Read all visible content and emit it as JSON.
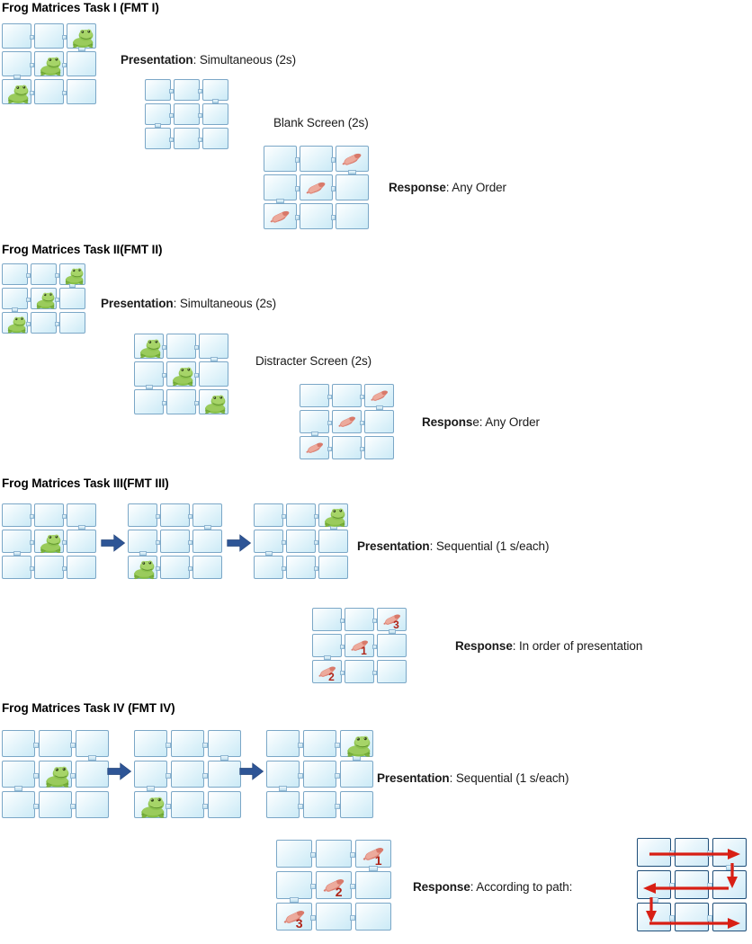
{
  "figure": {
    "title_semantic": "frog-matrices-task-battery",
    "colors": {
      "cell_border": "#7ba7c7",
      "cell_border_dark": "#1f4e79",
      "cell_fill_light": "#eaf7fc",
      "cell_fill_deep": "#cbeaf6",
      "frog_green": "#7fbb3f",
      "hand_pink": "#e8897a",
      "number_red": "#b02418",
      "seq_arrow_blue": "#2e5596",
      "path_arrow_red": "#d81f14",
      "text_black": "#1a1a1a"
    }
  },
  "tasks": [
    {
      "id": "fmt-1",
      "title": "Frog Matrices Task I (FMT I)",
      "presentation_label": "Presentation",
      "presentation_value": ": Simultaneous (2s)",
      "middle_label": "Blank Screen  (2s)",
      "response_label": "Response",
      "response_value": ": Any Order",
      "stimulus_frogs": [
        [
          0,
          2
        ],
        [
          1,
          1
        ],
        [
          2,
          0
        ]
      ],
      "middle_frogs": [],
      "response_hands": [
        [
          0,
          2
        ],
        [
          1,
          1
        ],
        [
          2,
          0
        ]
      ],
      "response_numbers": []
    },
    {
      "id": "fmt-2",
      "title": "Frog Matrices Task II(FMT II)",
      "presentation_label": "Presentation",
      "presentation_value": ": Simultaneous (2s)",
      "middle_label": "Distracter Screen  (2s)",
      "response_label_bold": "Respons",
      "response_label_rest": "e: Any Order",
      "stimulus_frogs": [
        [
          0,
          2
        ],
        [
          1,
          1
        ],
        [
          2,
          0
        ]
      ],
      "middle_frogs": [
        [
          0,
          0
        ],
        [
          1,
          1
        ],
        [
          2,
          2
        ]
      ],
      "response_hands": [
        [
          0,
          2
        ],
        [
          1,
          1
        ],
        [
          2,
          0
        ]
      ],
      "response_numbers": []
    },
    {
      "id": "fmt-3",
      "title": "Frog Matrices Task III(FMT III)",
      "presentation_label": "Presentation",
      "presentation_value": ": Sequential (1 s/each)",
      "response_label": "Response",
      "response_value": ": In order of presentation",
      "sequence": [
        {
          "frogs": [
            [
              1,
              1
            ]
          ]
        },
        {
          "frogs": [
            [
              2,
              0
            ]
          ]
        },
        {
          "frogs": [
            [
              0,
              2
            ]
          ]
        }
      ],
      "response_hands": [
        [
          0,
          2
        ],
        [
          1,
          1
        ],
        [
          2,
          0
        ]
      ],
      "response_numbers": [
        {
          "cell": [
            0,
            2
          ],
          "value": "3"
        },
        {
          "cell": [
            1,
            1
          ],
          "value": "1"
        },
        {
          "cell": [
            2,
            0
          ],
          "value": "2"
        }
      ]
    },
    {
      "id": "fmt-4",
      "title": "Frog Matrices Task IV (FMT IV)",
      "presentation_label": "Presentation",
      "presentation_value": ": Sequential (1 s/each)",
      "response_label": "Response",
      "response_value": ": According to path:",
      "sequence": [
        {
          "frogs": [
            [
              1,
              1
            ]
          ]
        },
        {
          "frogs": [
            [
              2,
              0
            ]
          ]
        },
        {
          "frogs": [
            [
              0,
              2
            ]
          ]
        }
      ],
      "response_hands": [
        [
          0,
          2
        ],
        [
          1,
          1
        ],
        [
          2,
          0
        ]
      ],
      "response_numbers": [
        {
          "cell": [
            0,
            2
          ],
          "value": "1"
        },
        {
          "cell": [
            1,
            1
          ],
          "value": "2"
        },
        {
          "cell": [
            2,
            0
          ],
          "value": "3"
        }
      ],
      "path_directions": [
        "row1-left-to-right",
        "down-right-side",
        "row2-right-to-left",
        "down-left-side",
        "row3-left-to-right"
      ]
    }
  ],
  "icons": {
    "frog": "frog-icon",
    "hand": "pointing-hand-icon",
    "sequence_arrow": "right-block-arrow-icon",
    "path_arrow": "red-path-arrow-icon"
  }
}
